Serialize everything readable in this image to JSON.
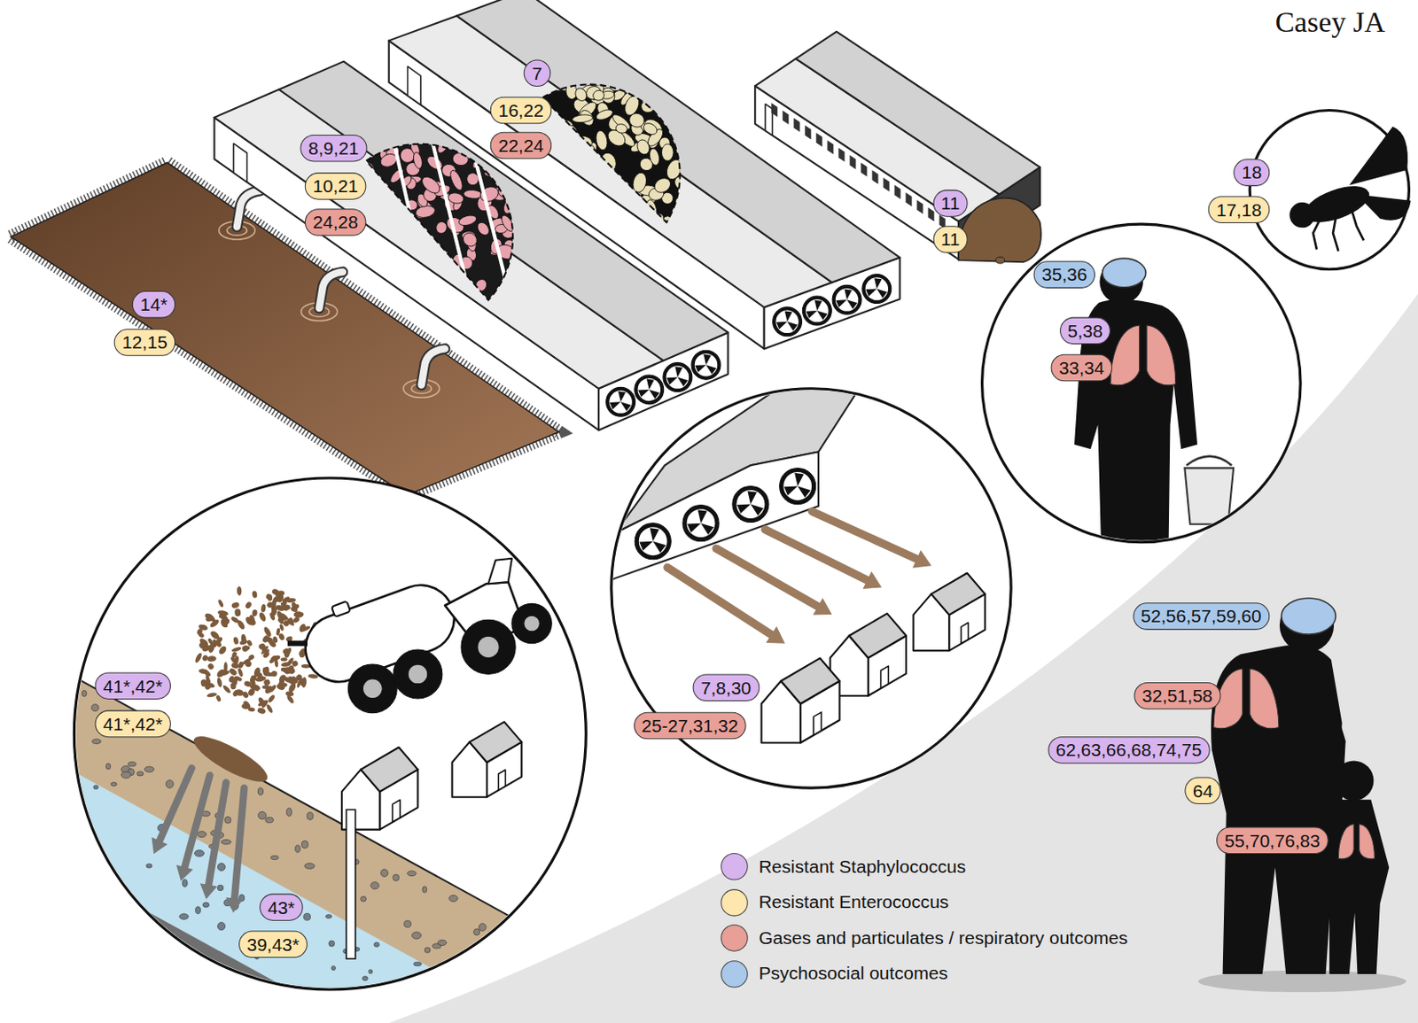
{
  "diagram": {
    "nodes": [
      {
        "text": [
          "7"
        ]
      },
      {
        "text": [
          "16,22"
        ]
      },
      {
        "text": [
          "22,24"
        ]
      },
      {
        "text": [
          "8,9,21"
        ]
      },
      {
        "text": [
          "10,21"
        ]
      },
      {
        "text": [
          "24,28"
        ]
      },
      {
        "text": [
          "18"
        ]
      },
      {
        "text": [
          "11"
        ]
      },
      {
        "text": [
          "17,18"
        ]
      },
      {
        "text": [
          "11"
        ]
      },
      {
        "text": [
          "35,36"
        ]
      },
      {
        "text": [
          "14*"
        ]
      },
      {
        "text": [
          "5,38"
        ]
      },
      {
        "text": [
          "12,15"
        ]
      },
      {
        "text": [
          "33,34"
        ]
      },
      {
        "text": [
          "52,56,57,59,60"
        ]
      },
      {
        "text": [
          "41*,42*"
        ]
      },
      {
        "text": [
          "7,8,30"
        ]
      },
      {
        "text": [
          "32,51,58"
        ]
      },
      {
        "text": [
          "41*,42*"
        ]
      },
      {
        "text": [
          "25-27,31,32"
        ]
      },
      {
        "text": [
          "62,63,66,68,74,75"
        ]
      },
      {
        "text": [
          "64"
        ]
      },
      {
        "text": [
          "55,70,76,83"
        ]
      },
      {
        "text": [
          "43*"
        ]
      },
      {
        "text": [
          "39,43*"
        ]
      }
    ],
    "labels": [
      "Casey JA"
    ],
    "legend": [
      {
        "text": "Resistant Staphylococcus",
        "color": "#d8b4ee"
      },
      {
        "text": "Resistant Enterococcus",
        "color": "#fde7ae"
      },
      {
        "text": "Gases and particulates / respiratory outcomes",
        "color": "#e89f97"
      },
      {
        "text": "Psychosocial outcomes",
        "color": "#a9c8ea"
      }
    ]
  }
}
